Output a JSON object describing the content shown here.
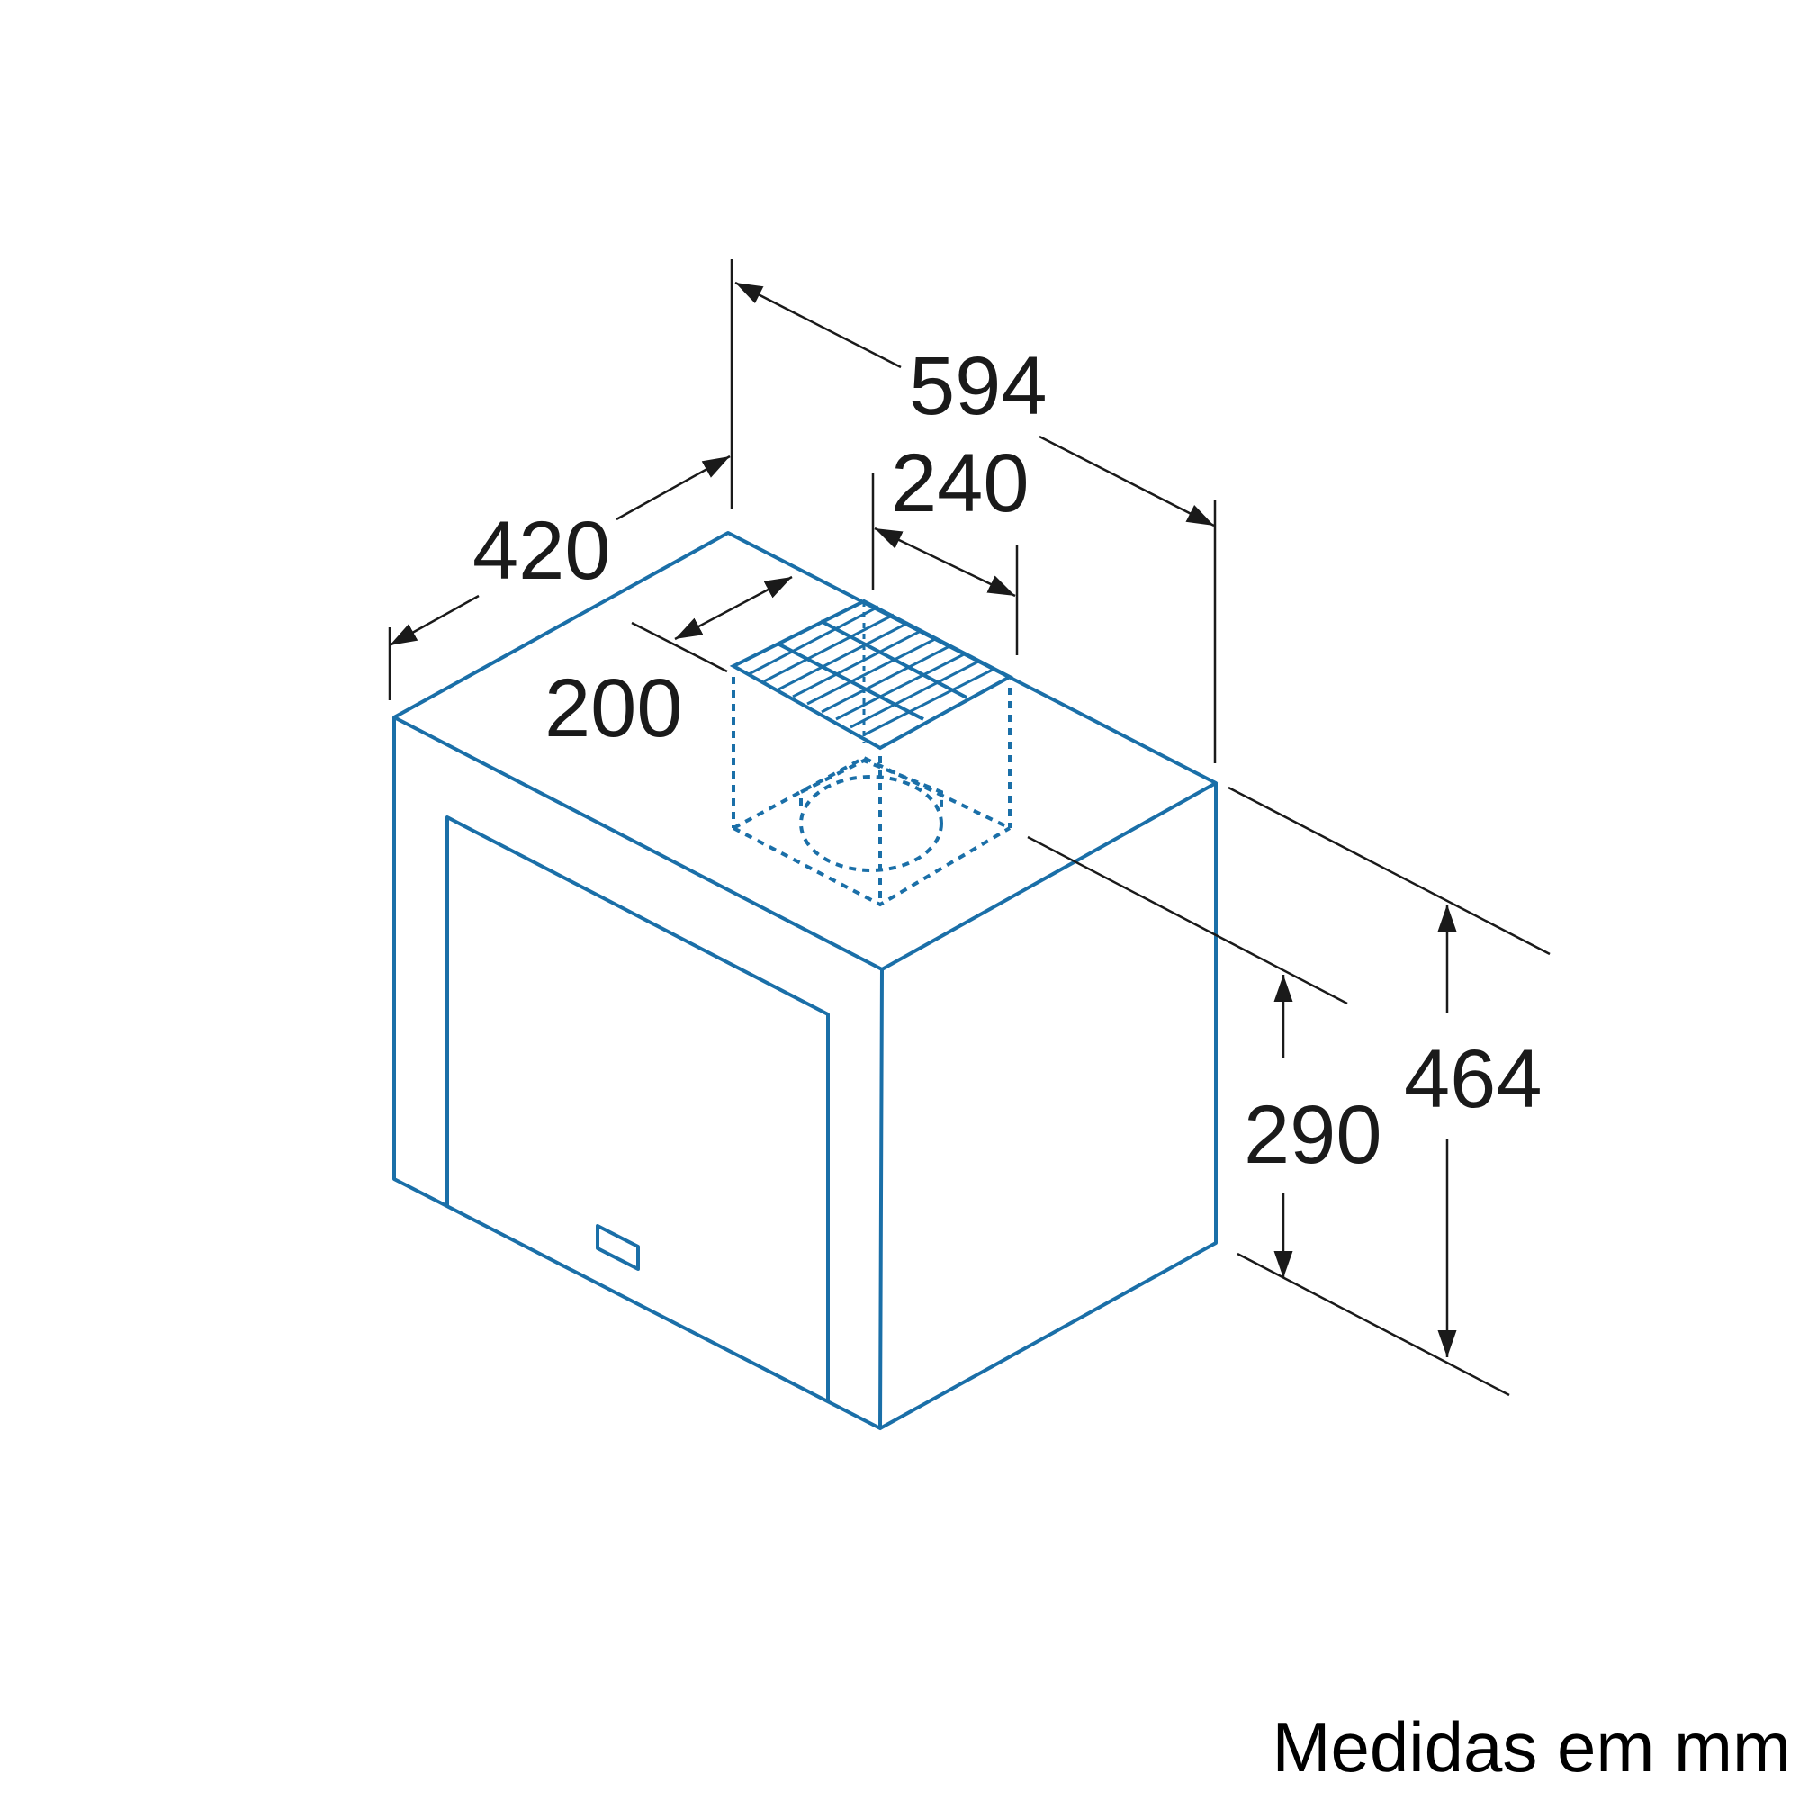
{
  "colors": {
    "outline": "#1a6fa8",
    "dimension": "#1a1a1a",
    "background": "#ffffff"
  },
  "dimensions": {
    "width": "594",
    "depth": "420",
    "outlet_width": "240",
    "outlet_depth": "200",
    "height_total": "464",
    "height_body": "290"
  },
  "footer": {
    "units_note": "Medidas em mm"
  }
}
